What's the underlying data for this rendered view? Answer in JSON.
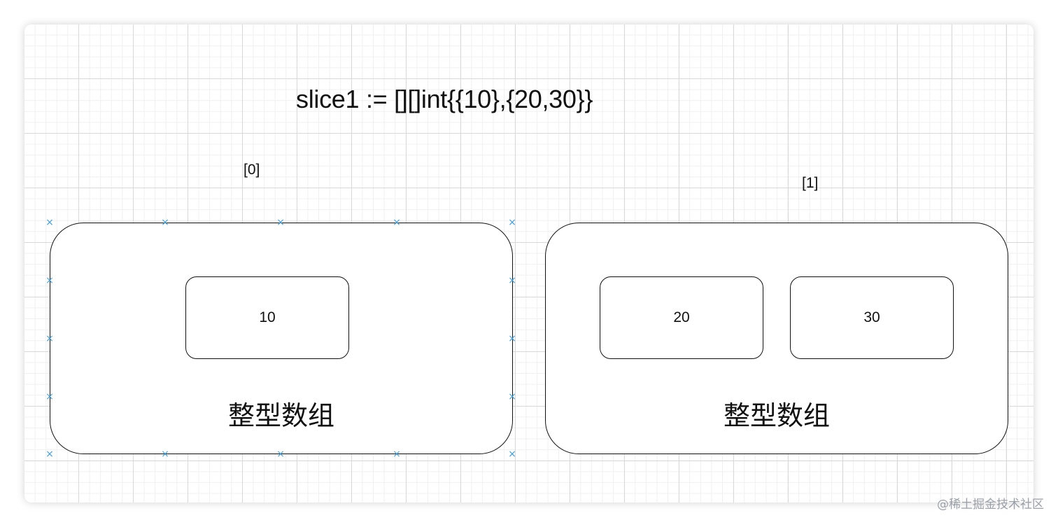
{
  "diagram": {
    "title": "slice1 := [][]int{{10},{20,30}}",
    "slices": [
      {
        "index_label": "[0]",
        "caption": "整型数组",
        "values": [
          "10"
        ]
      },
      {
        "index_label": "[1]",
        "caption": "整型数组",
        "values": [
          "20",
          "30"
        ]
      }
    ],
    "handle_glyph": "×",
    "colors": {
      "handle": "#3d9ee8",
      "stroke": "#111111"
    }
  },
  "watermark": "@稀土掘金技术社区"
}
